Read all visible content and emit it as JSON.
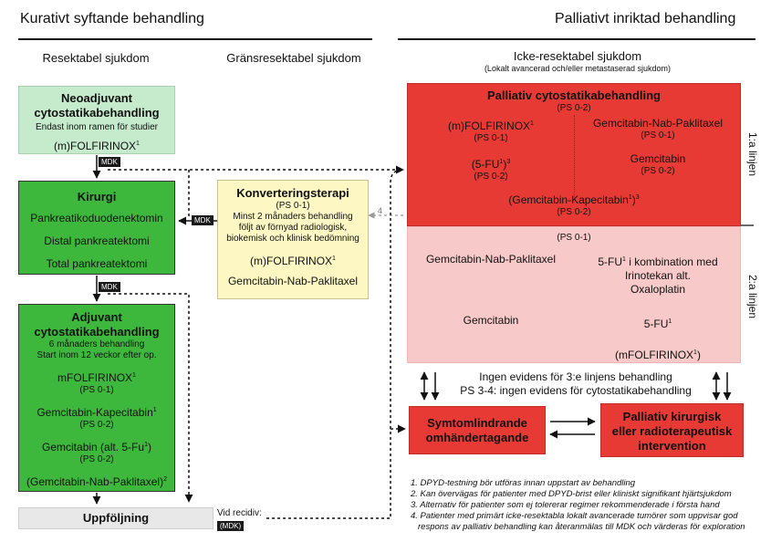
{
  "headers": {
    "left": "Kurativt syftande behandling",
    "right": "Palliativt inriktad behandling"
  },
  "columns": {
    "resectable": "Resektabel sjukdom",
    "borderline": "Gränsresektabel sjukdom",
    "unresectable": "Icke-resektabel sjukdom",
    "unresectable_sub": "(Lokalt avancerad och/eller metastaserad sjukdom)"
  },
  "neoadjuvant": {
    "title_1": "Neoadjuvant",
    "title_2": "cytostatikabehandling",
    "note": "Endast inom ramen för studier",
    "regimen": "(m)FOLFIRINOX",
    "regimen_sup": "1"
  },
  "surgery": {
    "title": "Kirurgi",
    "items": [
      "Pankreatikoduodenektomin",
      "Distal pankreatektomi",
      "Total pankreatektomi"
    ]
  },
  "conversion": {
    "title": "Konverteringsterapi",
    "ps": "(PS 0-1)",
    "desc": [
      "Minst 2 månaders behandling",
      "följt av förnyad radiologisk,",
      "biokemisk och klinisk bedömning"
    ],
    "regimen_1": "(m)FOLFIRINOX",
    "regimen_1_sup": "1",
    "regimen_2": "Gemcitabin-Nab-Paklitaxel"
  },
  "adjuvant": {
    "title_1": "Adjuvant",
    "title_2": "cytostatikabehandling",
    "duration": "6 månaders behandling",
    "start": "Start inom 12 veckor efter op.",
    "regimens": [
      {
        "name": "mFOLFIRINOX",
        "sup": "1",
        "ps": "(PS 0-1)"
      },
      {
        "name": "Gemcitabin-Kapecitabin",
        "sup": "1",
        "ps": "(PS 0-2)"
      },
      {
        "name": "Gemcitabin (alt. 5-Fu",
        "sup": "1",
        "suffix": ")",
        "ps": "(PS 0-2)"
      }
    ],
    "last": "(Gemcitabin-Nab-Paklitaxel)",
    "last_sup": "2"
  },
  "followup": {
    "label": "Uppföljning",
    "recidiv": "Vid recidiv:",
    "mdk": "(MDK)"
  },
  "palliative_first": {
    "title": "Palliativ cytostatikabehandling",
    "ps": "(PS 0-2)",
    "left": [
      {
        "name": "(m)FOLFIRINOX",
        "sup": "1",
        "ps": "(PS 0-1)"
      },
      {
        "name": "(5-FU",
        "sup": "1",
        "suffix": ")",
        "sup2": "3",
        "ps": "(PS 0-2)"
      }
    ],
    "right": [
      {
        "name": "Gemcitabin-Nab-Paklitaxel",
        "ps": "(PS 0-1)"
      },
      {
        "name": "Gemcitabin",
        "ps": "(PS 0-2)"
      }
    ],
    "bottom": "(Gemcitabin-Kapecitabin",
    "bottom_sup": "1",
    "bottom_suffix": ")",
    "bottom_sup2": "3",
    "bottom_ps": "(PS 0-2)",
    "line_label": "1:a linjen"
  },
  "palliative_second": {
    "ps": "(PS 0-1)",
    "left_1": "Gemcitabin-Nab-Paklitaxel",
    "left_2": "Gemcitabin",
    "right_1_a": "5-FU",
    "right_1_sup": "1",
    "right_1_b": " i kombination med",
    "right_1_c": "Irinotekan alt.",
    "right_1_d": "Oxaloplatin",
    "right_2": "5-FU",
    "right_2_sup": "1",
    "right_3": "(mFOLFIRINOX",
    "right_3_sup": "1",
    "right_3_suffix": ")",
    "line_label": "2:a linjen"
  },
  "evidence": {
    "line_1": "Ingen evidens för 3:e linjens behandling",
    "line_2": "PS 3-4: ingen evidens för cytostatikabehandling"
  },
  "symptom": {
    "line_1": "Symtomlindrande",
    "line_2": "omhändertagande"
  },
  "palliative_surgery": {
    "line_1": "Palliativ kirurgisk",
    "line_2": "eller radioterapeutisk",
    "line_3": "intervention"
  },
  "mdk_labels": {
    "a": "MDK",
    "b": "MDK",
    "c": "MDK"
  },
  "arrow_note": "4",
  "footnotes": [
    "1. DPYD-testning bör utföras innan uppstart av behandling",
    "2. Kan övervägas för patienter med DPYD-brist eller kliniskt signifikant hjärtsjukdom",
    "3. Alternativ för patienter som ej tolererar regimer rekommenderade i första hand",
    "4. Patienter med primärt icke-resektabla lokalt avancerade tumörer som uppvisar god",
    "respons av palliativ behandling kan återanmälas till MDK och värderas för exploration"
  ],
  "colors": {
    "light_green": "#c6ebcc",
    "green": "#3db83d",
    "yellow": "#fdf7c3",
    "red": "#e83a35",
    "pink": "#f7c9c8",
    "grey": "#e8e8e8"
  }
}
